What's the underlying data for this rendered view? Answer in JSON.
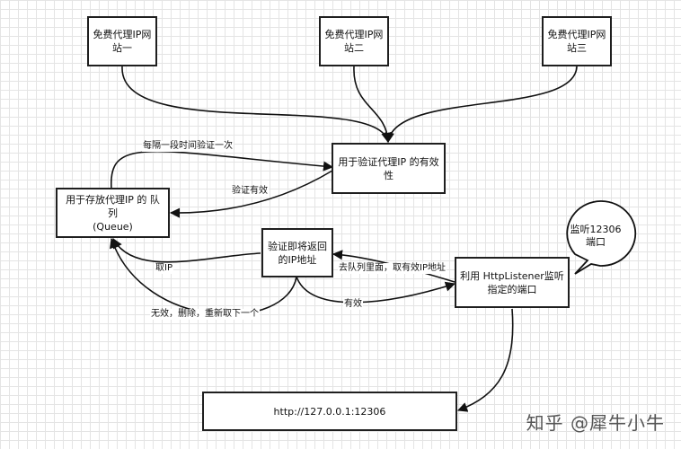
{
  "nodes": {
    "site1": "免费代理IP网\n站一",
    "site2": "免费代理IP网\n站二",
    "site3": "免费代理IP网\n站三",
    "verify": "用于验证代理IP 的有效\n性",
    "queue": "用于存放代理IP 的 队列\n(Queue)",
    "returned": "验证即将返回\n的IP地址",
    "listener": "利用 HttpListener监听\n指定的端口",
    "url": "http://127.0.0.1:12306",
    "callout": "监听12306\n端口"
  },
  "edges": {
    "interval": "每隔一段时间验证一次",
    "valid": "验证有效",
    "take_ip": "取IP",
    "invalid": "无效，删除，重新取下一个",
    "fetch": "去队列里面，取有效IP地址",
    "valid2": "有效"
  },
  "watermark": "知乎 @犀牛小牛"
}
